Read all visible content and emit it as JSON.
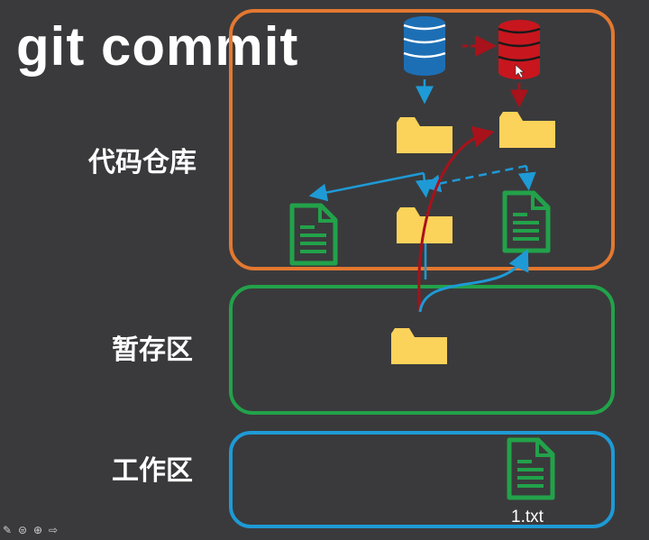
{
  "title": "git commit",
  "zones": {
    "repository": "代码仓库",
    "staging": "暂存区",
    "working": "工作区"
  },
  "file_label": "1.txt",
  "colors": {
    "background": "#3a3a3c",
    "repository_border": "#e37830",
    "staging_border": "#22a24a",
    "working_border": "#1e9ad6",
    "folder": "#fbd25a",
    "file": "#22a24a",
    "db_blue": "#1d6fb5",
    "db_red": "#c8161e",
    "arrow_blue": "#1e9ad6",
    "arrow_red": "#a8121a"
  },
  "toolbar": {
    "icons": [
      "pen-icon",
      "menu-icon",
      "more-icon",
      "next-arrow-icon"
    ]
  }
}
